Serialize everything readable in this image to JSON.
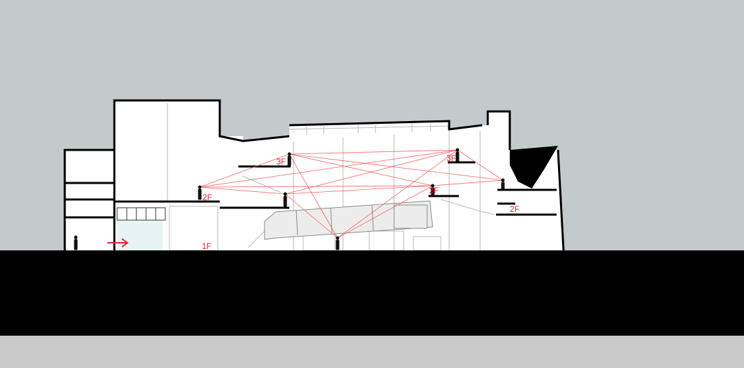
{
  "colors": {
    "sky": "#c4cacb",
    "ground": "#000000",
    "base_strip": "#cacaca",
    "building_fill": "#ffffff",
    "structure_line": "#000000",
    "thin_line": "#b8b8b8",
    "sightline": "#f26565",
    "label": "#e8202a",
    "arrow": "#e8202a",
    "person": "#111111",
    "glass": "#e8f3f6"
  },
  "floor_labels": [
    "1F",
    "2F",
    "3F",
    "3F",
    "2F",
    "2F"
  ],
  "entrance_arrow_icon": "arrow-right-icon"
}
